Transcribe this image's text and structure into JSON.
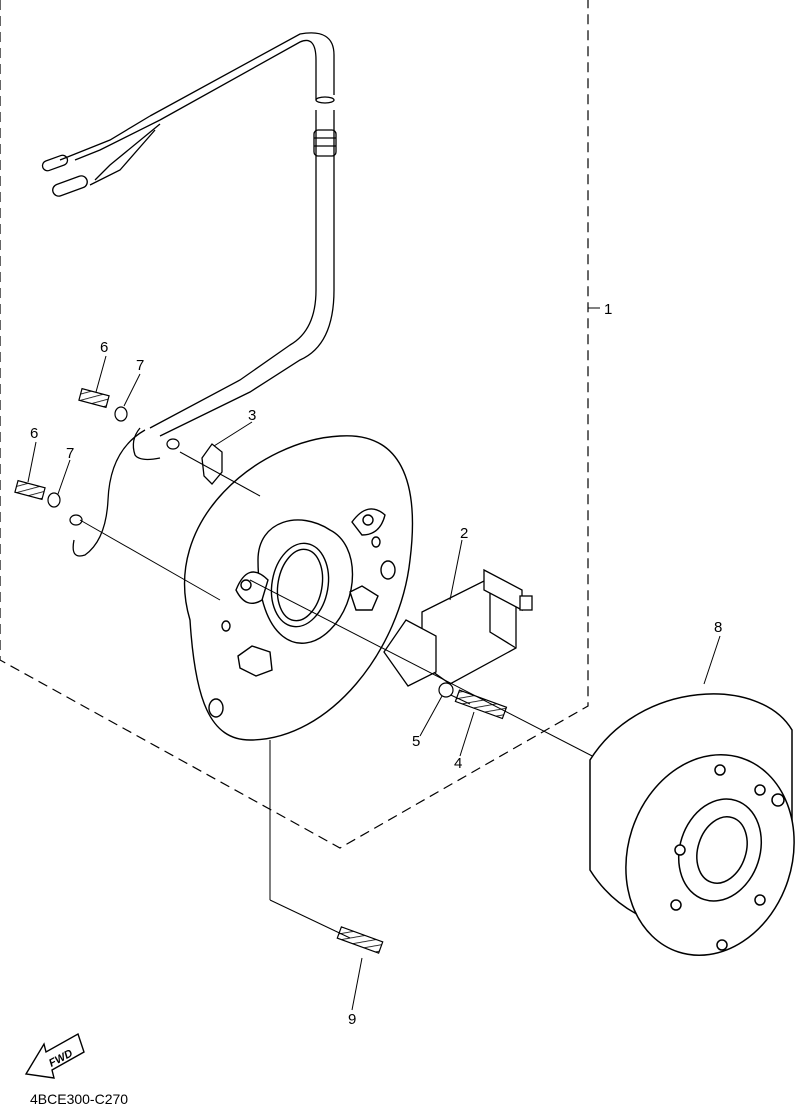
{
  "callouts": {
    "c1": "1",
    "c2": "2",
    "c3": "3",
    "c4": "4",
    "c5": "5",
    "c6a": "6",
    "c6b": "6",
    "c7a": "7",
    "c7b": "7",
    "c8": "8",
    "c9": "9"
  },
  "fwd_label": "FWD",
  "diagram_code": "4BCE300-C270"
}
